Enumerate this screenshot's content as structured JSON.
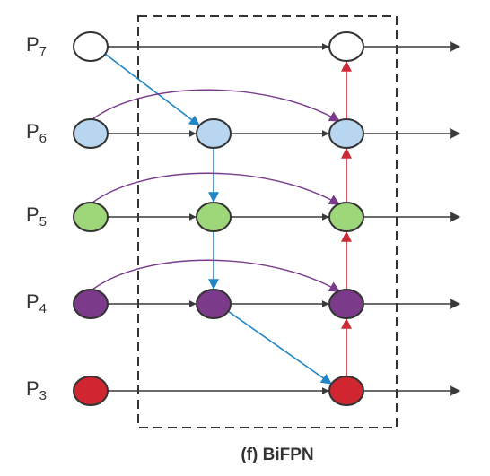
{
  "caption": "(f) BiFPN",
  "levels": [
    {
      "id": "P7",
      "prefix": "P",
      "sub": "7",
      "fill": "#ffffff"
    },
    {
      "id": "P6",
      "prefix": "P",
      "sub": "6",
      "fill": "#b8d6f0"
    },
    {
      "id": "P5",
      "prefix": "P",
      "sub": "5",
      "fill": "#9ed67a"
    },
    {
      "id": "P4",
      "prefix": "P",
      "sub": "4",
      "fill": "#7b3a8a"
    },
    {
      "id": "P3",
      "prefix": "P",
      "sub": "3",
      "fill": "#d1262f"
    }
  ],
  "colors": {
    "node_stroke": "#333333",
    "lateral_edge": "#3a3a3a",
    "top_down_edge": "#1f86c8",
    "bottom_up_edge": "#cc2b35",
    "skip_edge": "#7a3b8c",
    "box_border": "#333333"
  }
}
